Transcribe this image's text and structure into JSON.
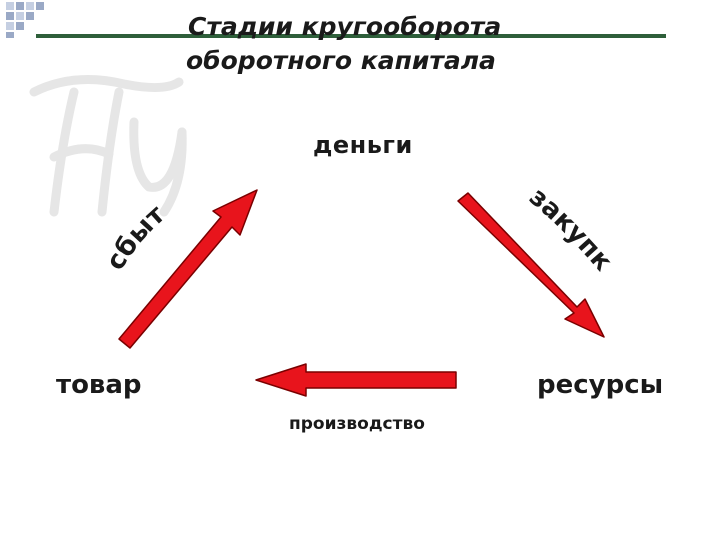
{
  "title": {
    "line1": "Стадии кругооборота",
    "line2": "оборотного капитала"
  },
  "nodes": {
    "money": "деньги",
    "goods": "товар",
    "resources": "ресурсы"
  },
  "edges": {
    "purchase": "закупки",
    "sale": "сбыт",
    "production": "производство"
  },
  "colors": {
    "arrow_fill": "#e8141c",
    "arrow_stroke": "#7a0000",
    "title_bar": "#2e5f3a",
    "corner_squares": "#9aa9c6"
  },
  "watermark_icon": "monogram-logo"
}
